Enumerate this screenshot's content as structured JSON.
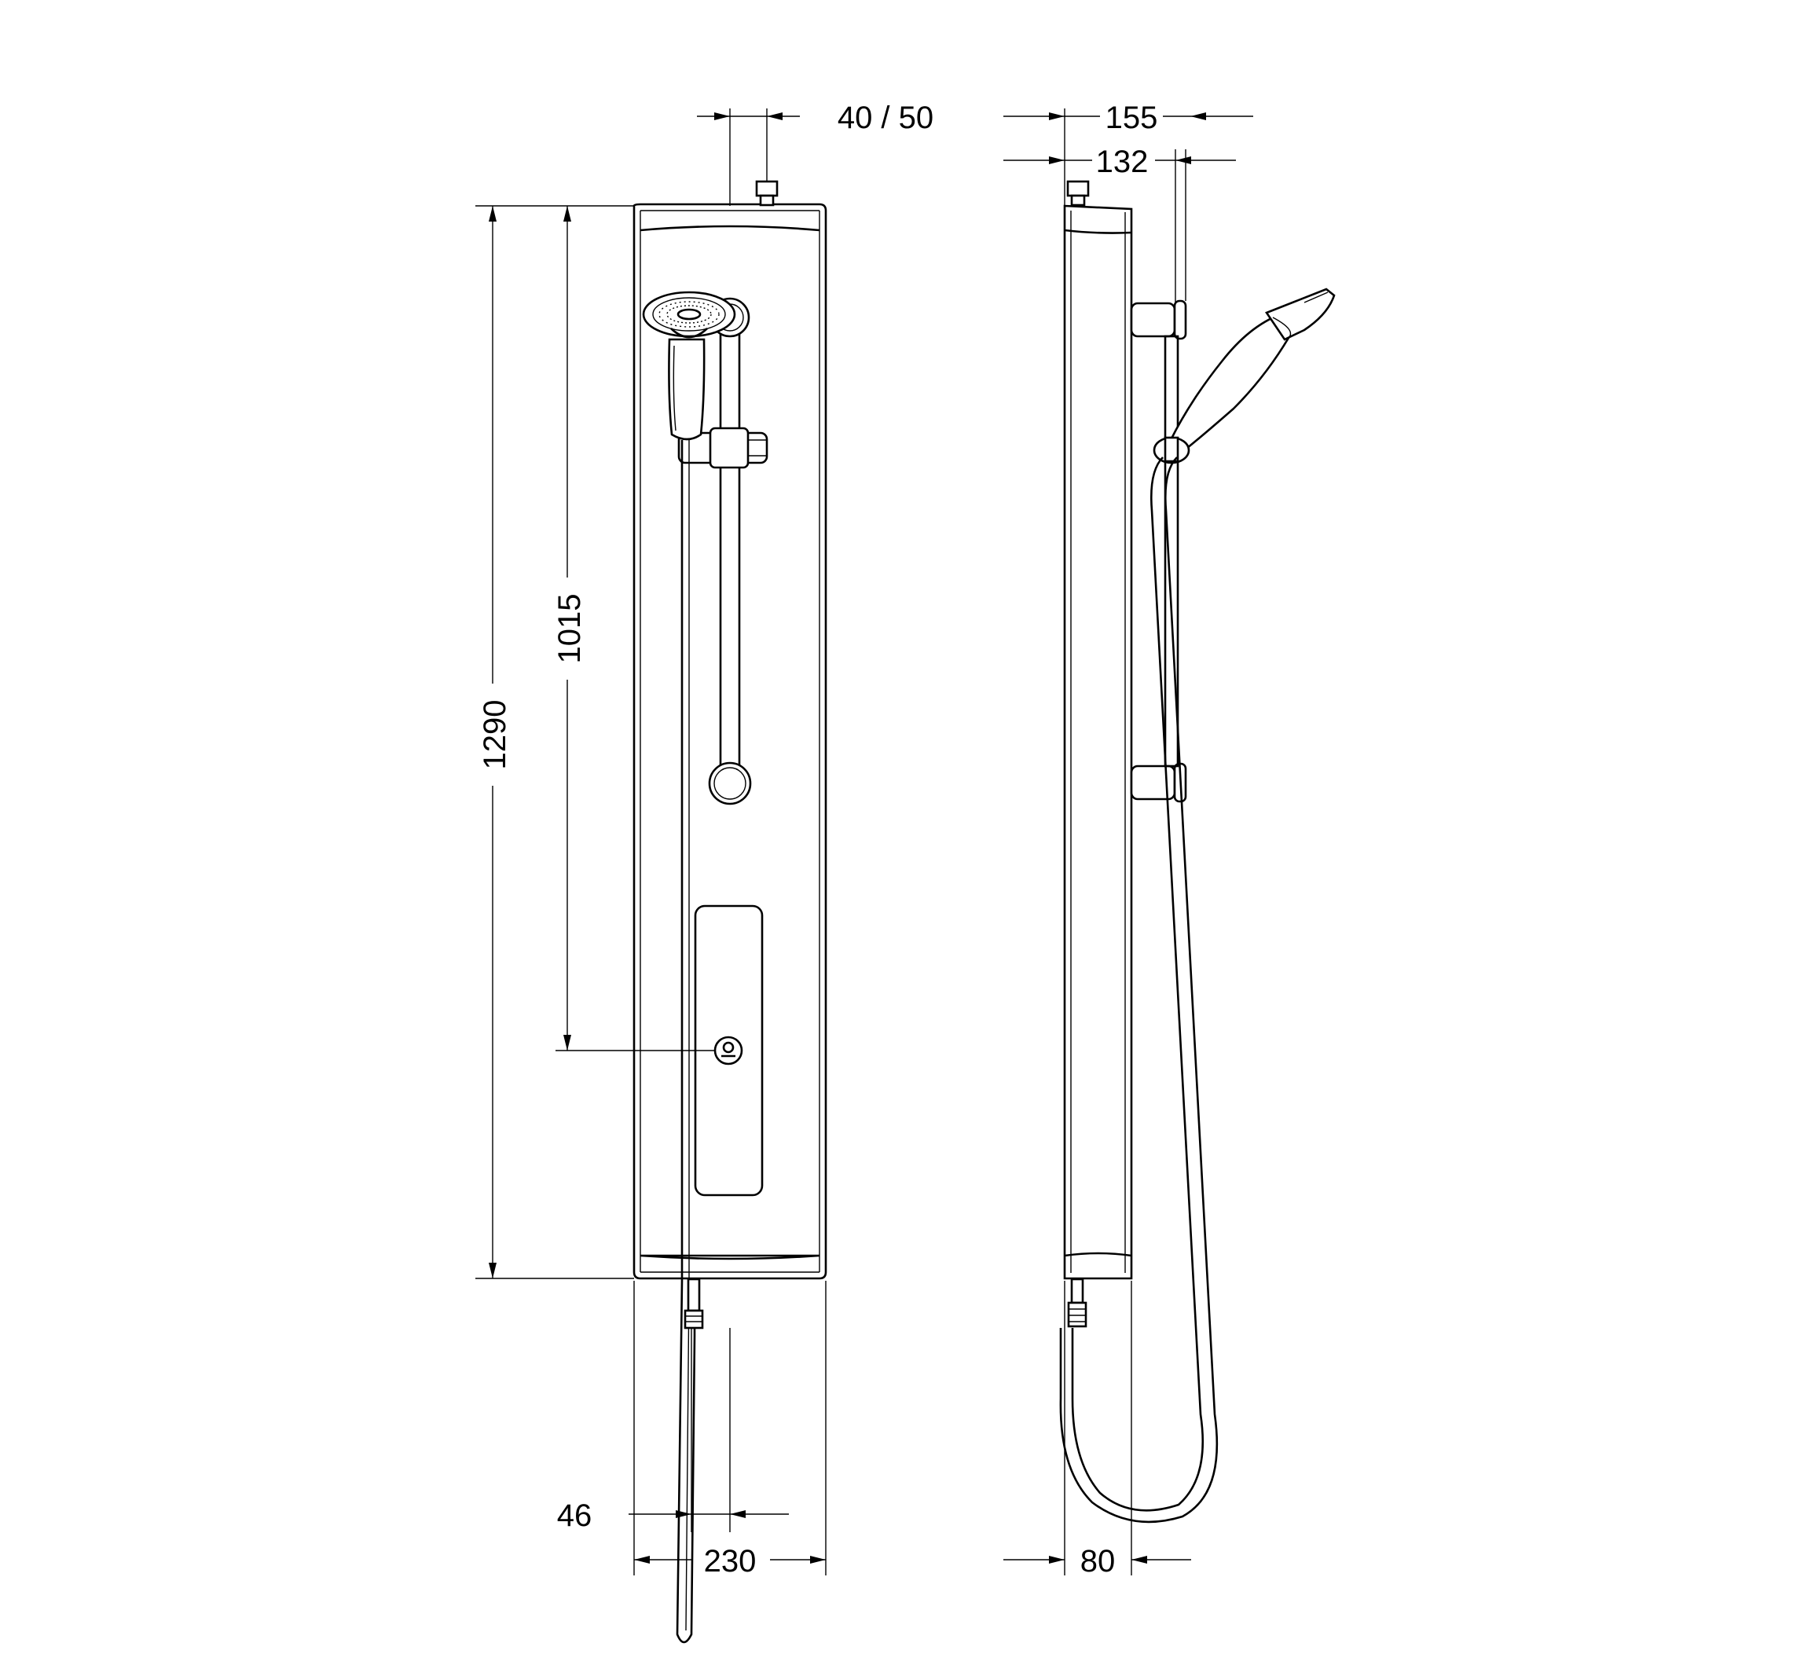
{
  "dimensions": {
    "hose_offset": "40 / 50",
    "depth_total": "155",
    "depth_rail": "132",
    "height_overall": "1290",
    "height_control": "1015",
    "hose_outlet": "46",
    "width": "230",
    "panel_depth": "80"
  },
  "icons": {
    "front_view": "shower-panel-front-view",
    "side_view": "shower-panel-side-view",
    "hand_shower": "hand-shower-icon",
    "control_knob": "thermostat-knob-icon"
  }
}
